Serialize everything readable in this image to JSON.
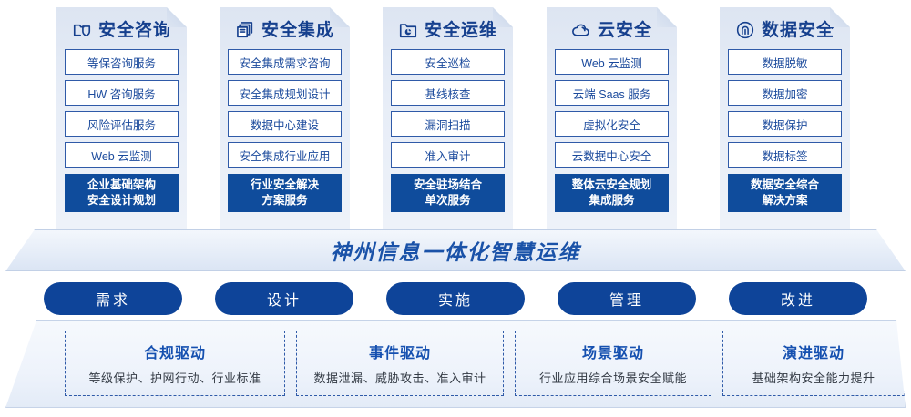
{
  "columns": [
    {
      "icon": "folder-shield-icon",
      "title": "安全咨询",
      "items": [
        "等保咨询服务",
        "HW 咨询服务",
        "风险评估服务",
        "Web 云监测"
      ],
      "summary": [
        "企业基础架构",
        "安全设计规划"
      ]
    },
    {
      "icon": "stacked-documents-icon",
      "title": "安全集成",
      "items": [
        "安全集成需求咨询",
        "安全集成规划设计",
        "数据中心建设",
        "安全集成行业应用"
      ],
      "summary": [
        "行业安全解决",
        "方案服务"
      ]
    },
    {
      "icon": "folder-chart-icon",
      "title": "安全运维",
      "items": [
        "安全巡检",
        "基线核查",
        "漏洞扫描",
        "准入审计"
      ],
      "summary": [
        "安全驻场结合",
        "单次服务"
      ]
    },
    {
      "icon": "cloud-icon",
      "title": "云安全",
      "items": [
        "Web 云监测",
        "云端 Saas 服务",
        "虚拟化安全",
        "云数据中心安全"
      ],
      "summary": [
        "整体云安全规划",
        "集成服务"
      ]
    },
    {
      "icon": "fingerprint-icon",
      "title": "数据安全",
      "items": [
        "数据脱敏",
        "数据加密",
        "数据保护",
        "数据标签"
      ],
      "summary": [
        "数据安全综合",
        "解决方案"
      ]
    }
  ],
  "banner": {
    "text": "神州信息一体化智慧运维"
  },
  "pills": [
    {
      "label": "需求"
    },
    {
      "label": "设计"
    },
    {
      "label": "实施"
    },
    {
      "label": "管理"
    },
    {
      "label": "改进"
    }
  ],
  "drivers": [
    {
      "title": "合规驱动",
      "desc": "等级保护、护网行动、行业标准"
    },
    {
      "title": "事件驱动",
      "desc": "数据泄漏、威胁攻击、准入审计"
    },
    {
      "title": "场景驱动",
      "desc": "行业应用综合场景安全赋能"
    },
    {
      "title": "演进驱动",
      "desc": "基础架构安全能力提升"
    }
  ],
  "colors": {
    "brand_blue": "#0f4c9c",
    "deep_blue": "#16408e",
    "pill_blue": "#0e4499",
    "item_border": "#2f5aa8",
    "card_bg_top": "#dde5f2"
  }
}
